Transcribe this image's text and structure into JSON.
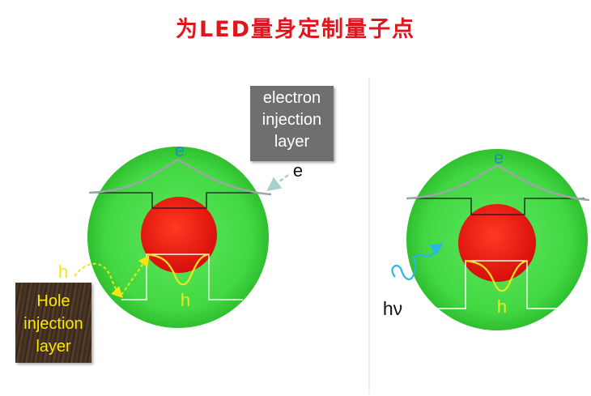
{
  "title": "为LED量身定制量子点",
  "left_diagram": {
    "electron_box_lines": [
      "electron",
      "injection",
      "layer"
    ],
    "electron_arrow_label": "e",
    "electron_wave_label": "e",
    "hole_box_lines": [
      "Hole",
      "injection",
      "layer"
    ],
    "hole_arrow_label": "h",
    "hole_wave_label": "h"
  },
  "right_diagram": {
    "electron_wave_label": "e",
    "hole_wave_label": "h",
    "photon_label": "hν"
  },
  "colors": {
    "title": "#e0161c",
    "shell": "#3fd83f",
    "core": "#e8140f",
    "hole_wave": "#f2e617",
    "electron_wave": "#9aa7a4",
    "electron_label": "#1d8fc0",
    "photon": "#27b6e6"
  },
  "icons": [
    "dashed-arrow",
    "wavy-photon-arrow"
  ]
}
